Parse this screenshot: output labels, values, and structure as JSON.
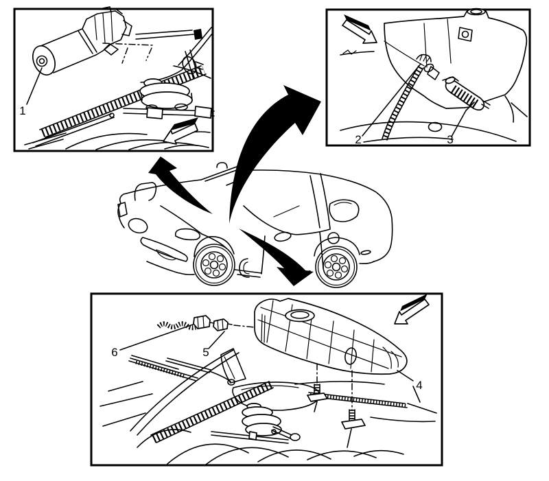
{
  "diagram": {
    "description": "exploded-view service illustration of windshield washer system component locations",
    "ink_color": "#000000",
    "paper_color": "#ffffff",
    "callouts": {
      "c1": "1",
      "c2": "2",
      "c3": "3",
      "c4": "4",
      "c5": "5",
      "c6": "6"
    }
  }
}
